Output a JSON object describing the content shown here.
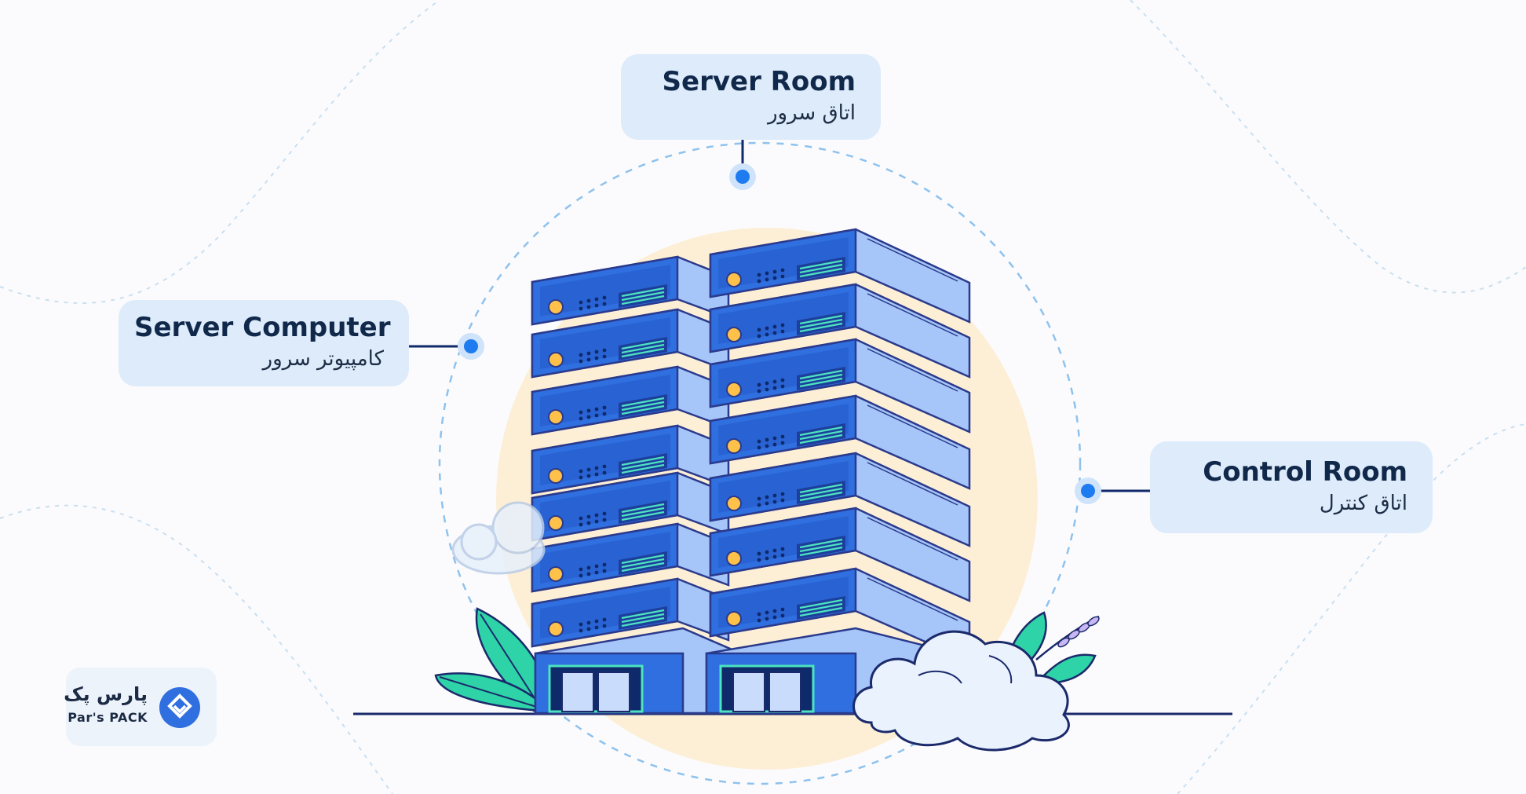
{
  "labels": {
    "server_room": {
      "title": "Server Room",
      "subtitle": "اتاق سرور"
    },
    "server_computer": {
      "title": "Server Computer",
      "subtitle": "کامپیوتر سرور"
    },
    "control_room": {
      "title": "Control Room",
      "subtitle": "اتاق کنترل"
    }
  },
  "logo": {
    "name_fa": "پارس پک",
    "name_en": "Par's PACK"
  },
  "colors": {
    "box_background": "#ddebfb",
    "title_text": "#10284a",
    "accent_blue": "#2f6fe0",
    "dot_blue": "#1e7bf0",
    "sun_fill": "#fdefd6",
    "leaf_green": "#2ed3a8"
  },
  "icons": {
    "servers": "server-rack-icon",
    "cloud": "cloud-icon",
    "leaves": "leaf-icon",
    "logo": "parspack-diamond-icon"
  }
}
